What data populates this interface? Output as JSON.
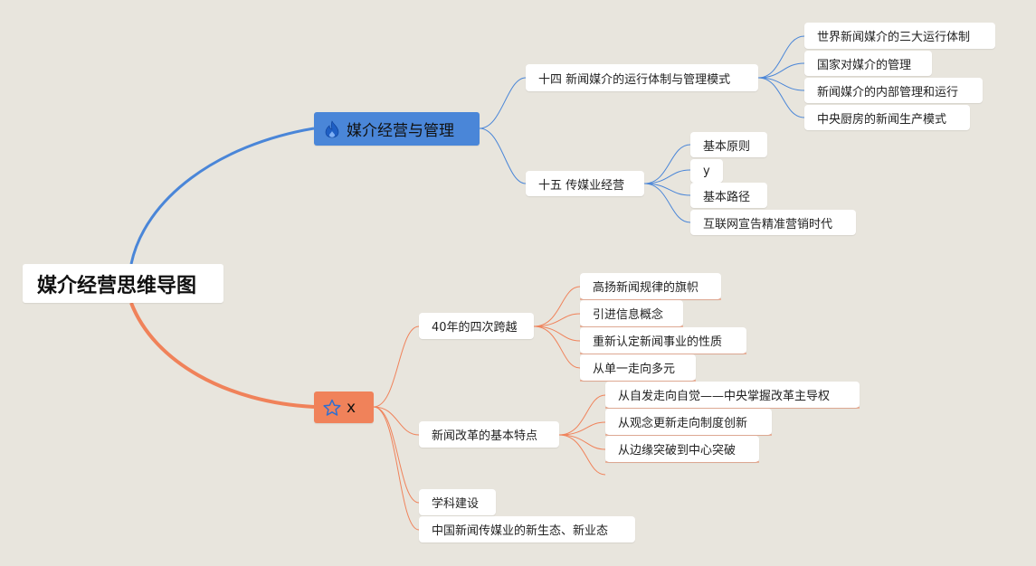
{
  "root": {
    "label": "媒介经营思维导图"
  },
  "branch_blue": {
    "label": "媒介经营与管理",
    "icon": "flame-icon",
    "color": "#4a86d8",
    "children": [
      {
        "label": "十四 新闻媒介的运行体制与管理模式",
        "children": [
          "世界新闻媒介的三大运行体制",
          "国家对媒介的管理",
          "新闻媒介的内部管理和运行",
          "中央厨房的新闻生产模式"
        ]
      },
      {
        "label": "十五 传媒业经营",
        "children": [
          "基本原则",
          "y",
          "基本路径",
          "互联网宣告精准营销时代"
        ]
      }
    ]
  },
  "branch_orange": {
    "label": "x",
    "icon": "star-outline-icon",
    "color": "#f0825a",
    "children": [
      {
        "label": "40年的四次跨越",
        "children": [
          "高扬新闻规律的旗帜",
          "引进信息概念",
          "重新认定新闻事业的性质",
          "从单一走向多元"
        ]
      },
      {
        "label": "新闻改革的基本特点",
        "children": [
          "从自发走向自觉——中央掌握改革主导权",
          "从观念更新走向制度创新",
          "从边缘突破到中心突破",
          ""
        ]
      },
      {
        "label": "学科建设",
        "children": []
      },
      {
        "label": "中国新闻传媒业的新生态、新业态",
        "children": []
      }
    ]
  }
}
